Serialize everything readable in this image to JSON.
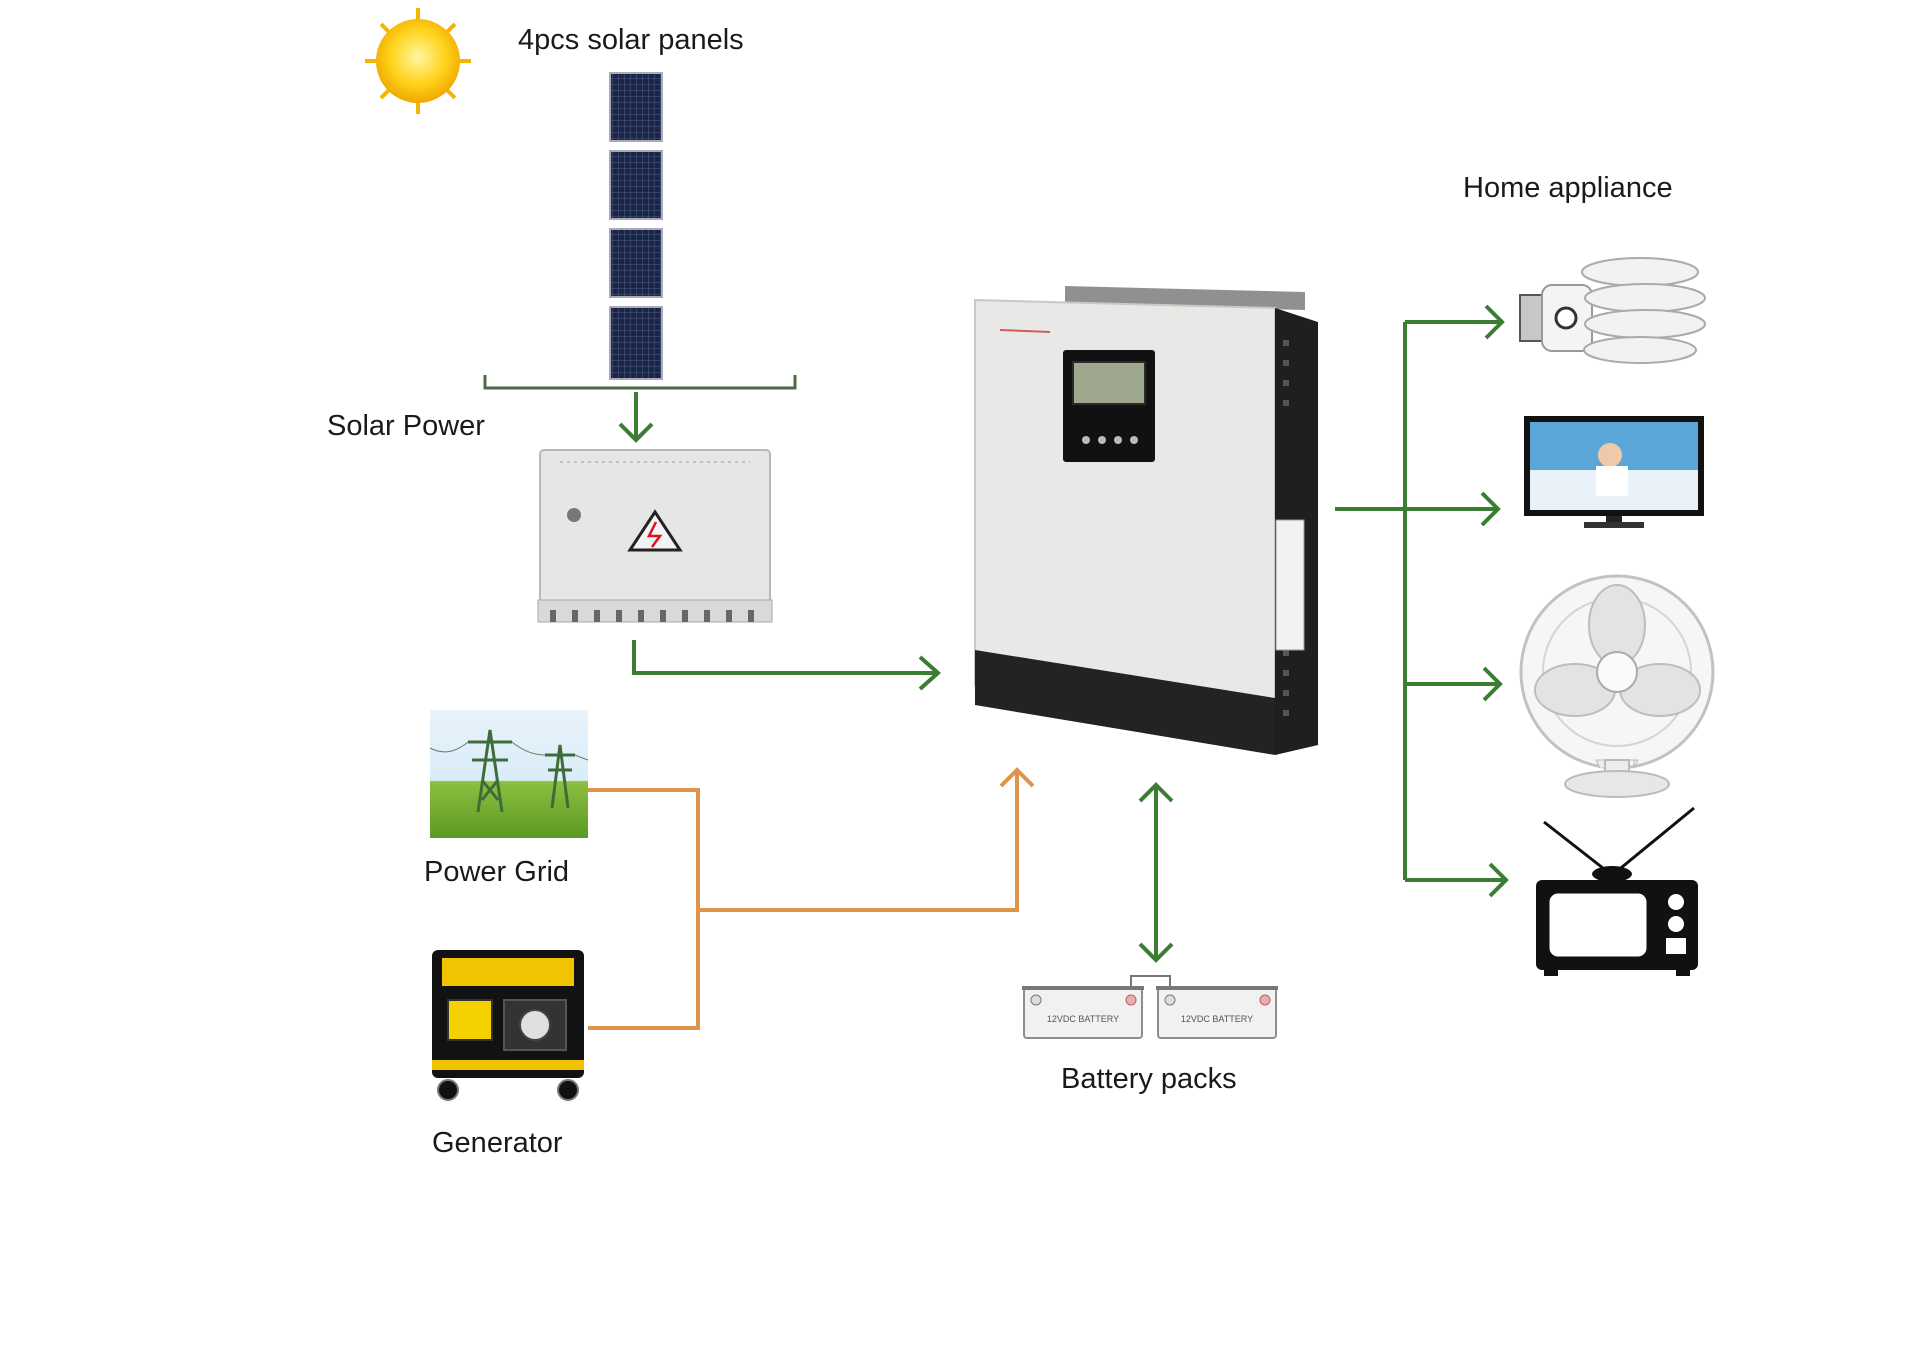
{
  "labels": {
    "solar_panels": "4pcs solar panels",
    "solar_power": "Solar Power",
    "power_grid": "Power Grid",
    "generator": "Generator",
    "battery_packs": "Battery packs",
    "home_appliance": "Home appliance",
    "battery_label": "12VDC BATTERY"
  },
  "colors": {
    "solar_flow": "#3a7d33",
    "ac_flow": "#e0944a",
    "inverter_body": "#e8e9e6",
    "inverter_dark": "#232323"
  },
  "icons": [
    "sun-icon",
    "solar-panel-icon",
    "combiner-box-icon",
    "inverter-icon",
    "power-grid-icon",
    "generator-icon",
    "battery-icon",
    "bulb-icon",
    "monitor-icon",
    "fan-icon",
    "tv-icon"
  ]
}
